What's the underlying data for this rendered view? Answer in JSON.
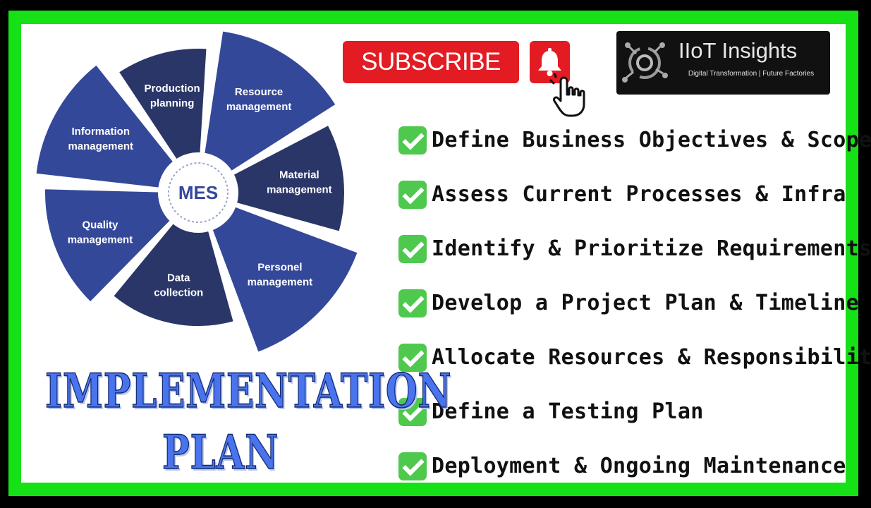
{
  "colors": {
    "frame_green": "#16e016",
    "petal_light": "#34489a",
    "petal_dark": "#2a3668",
    "subscribe_red": "#e31c24",
    "title_blue": "#4a74ee",
    "check_green": "#4ec94e"
  },
  "diagram": {
    "center_label": "MES",
    "petals": [
      {
        "label_lines": [
          "Resource",
          "management"
        ],
        "shade": "light"
      },
      {
        "label_lines": [
          "Material",
          "management"
        ],
        "shade": "dark"
      },
      {
        "label_lines": [
          "Personel",
          "management"
        ],
        "shade": "light"
      },
      {
        "label_lines": [
          "Data",
          "collection"
        ],
        "shade": "dark"
      },
      {
        "label_lines": [
          "Quality",
          "management"
        ],
        "shade": "light"
      },
      {
        "label_lines": [
          "Information",
          "management"
        ],
        "shade": "light"
      },
      {
        "label_lines": [
          "Production",
          "planning"
        ],
        "shade": "dark"
      }
    ]
  },
  "subscribe": {
    "label": "SUBSCRIBE",
    "bell_icon": "bell-icon",
    "cursor_icon": "hand-pointer-icon"
  },
  "logo": {
    "title": "IIoT Insights",
    "tagline": "Digital Transformation | Future Factories",
    "mark_icon": "iiot-circuit-logo-icon"
  },
  "checklist": {
    "check_icon": "check-mark-box-icon",
    "items": [
      "Define Business Objectives & Scope",
      "Assess Current Processes & Infra",
      "Identify & Prioritize Requirements",
      "Develop a Project Plan & Timeline",
      "Allocate Resources & Responsibilities",
      "Define a Testing Plan",
      "Deployment & Ongoing Maintenance"
    ]
  },
  "title": {
    "line1": "IMPLEMENTATION",
    "line2": "PLAN"
  }
}
